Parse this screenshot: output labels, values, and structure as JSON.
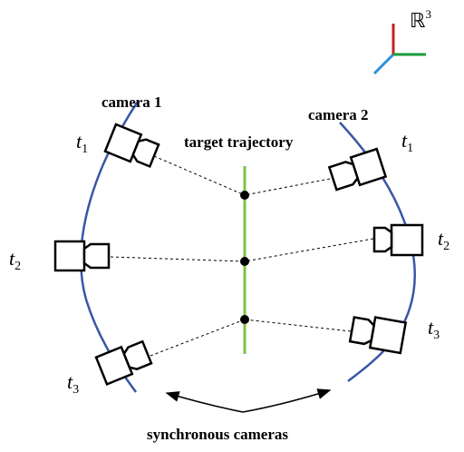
{
  "space_label": "ℝ",
  "space_exponent": "3",
  "cameras": [
    {
      "label": "camera 1"
    },
    {
      "label": "camera 2"
    }
  ],
  "target_label": "target trajectory",
  "sync_label": "synchronous cameras",
  "time_symbol": "t",
  "time_steps": [
    "1",
    "2",
    "3"
  ],
  "colors": {
    "trajectory_curve": "#3a56a5",
    "target_line": "#7cc243",
    "axis_x": "#1a9a3a",
    "axis_y": "#c0261c",
    "axis_z": "#2b8fd6",
    "ink": "#000000"
  }
}
